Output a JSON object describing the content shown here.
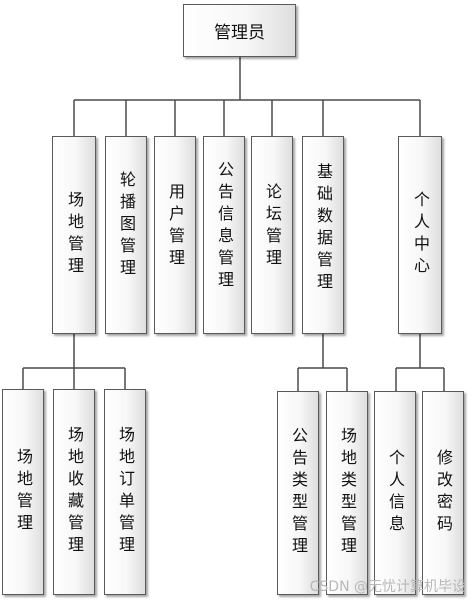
{
  "root": {
    "label": "管理员"
  },
  "level1": {
    "venue_mgmt": {
      "label": "场地管理"
    },
    "carousel_mgmt": {
      "label": "轮播图管理"
    },
    "user_mgmt": {
      "label": "用户管理"
    },
    "notice_mgmt": {
      "label": "公告信息管理"
    },
    "forum_mgmt": {
      "label": "论坛管理"
    },
    "basic_data_mgmt": {
      "label": "基础数据管理"
    },
    "personal_center": {
      "label": "个人中心"
    }
  },
  "level2": {
    "venue_mgmt_sub": {
      "label": "场地管理"
    },
    "venue_favorites_mgmt": {
      "label": "场地收藏管理"
    },
    "venue_order_mgmt": {
      "label": "场地订单管理"
    },
    "notice_type_mgmt": {
      "label": "公告类型管理"
    },
    "venue_type_mgmt": {
      "label": "场地类型管理"
    },
    "personal_info": {
      "label": "个人信息"
    },
    "change_password": {
      "label": "修改密码"
    }
  },
  "watermark": "CSDN @无忧计算机毕设"
}
